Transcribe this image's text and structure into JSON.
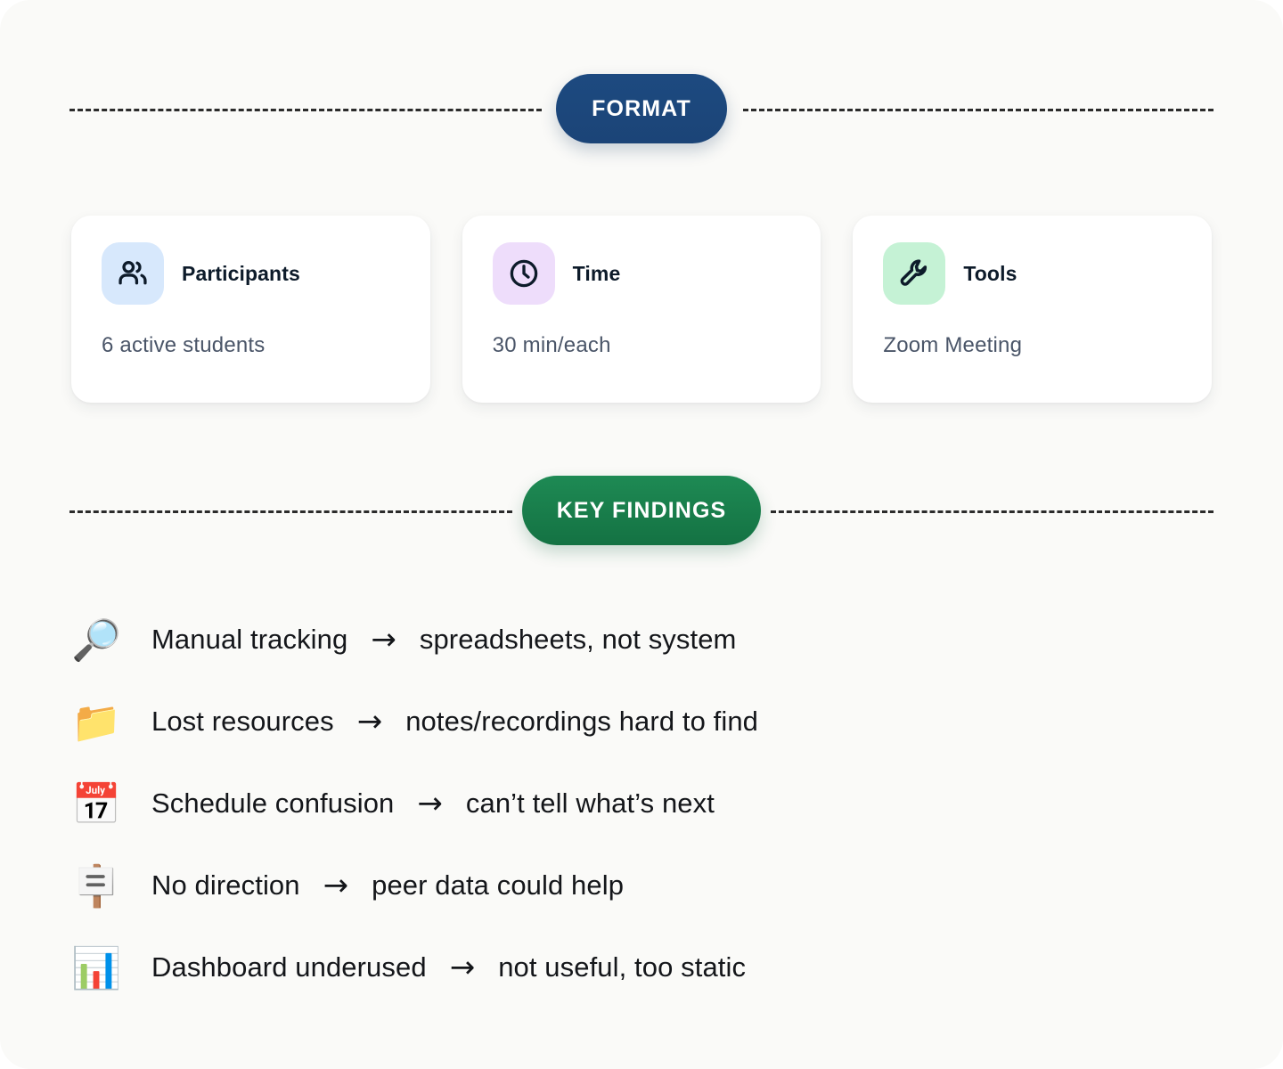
{
  "sections": {
    "format": {
      "badge_label": "FORMAT",
      "badge_color": "#1d4a80"
    },
    "findings": {
      "badge_label": "KEY FINDINGS",
      "badge_color": "#17764a"
    }
  },
  "cards": [
    {
      "icon": "people-icon",
      "tile_color": "#D7E8FC",
      "title": "Participants",
      "value": "6 active students"
    },
    {
      "icon": "clock-icon",
      "tile_color": "#EEDDFB",
      "title": "Time",
      "value": "30 min/each"
    },
    {
      "icon": "wrench-icon",
      "tile_color": "#C5F2D5",
      "title": "Tools",
      "value": "Zoom Meeting"
    }
  ],
  "findings": [
    {
      "emoji": "🔎",
      "icon_name": "document-search-icon",
      "label": "Manual tracking",
      "arrow": "→",
      "detail": "spreadsheets, not system"
    },
    {
      "emoji": "📁",
      "icon_name": "folder-icon",
      "label": "Lost resources",
      "arrow": "→",
      "detail": "notes/recordings hard to find"
    },
    {
      "emoji": "📅",
      "icon_name": "calendar-icon",
      "label": "Schedule confusion",
      "arrow": "→",
      "detail": "can’t tell what’s next"
    },
    {
      "emoji": "🪧",
      "icon_name": "signpost-icon",
      "label": "No direction",
      "arrow": "→",
      "detail": "peer data could help"
    },
    {
      "emoji": "📊",
      "icon_name": "dashboard-chart-icon",
      "label": "Dashboard underused",
      "arrow": "→",
      "detail": "not useful, too static"
    }
  ]
}
